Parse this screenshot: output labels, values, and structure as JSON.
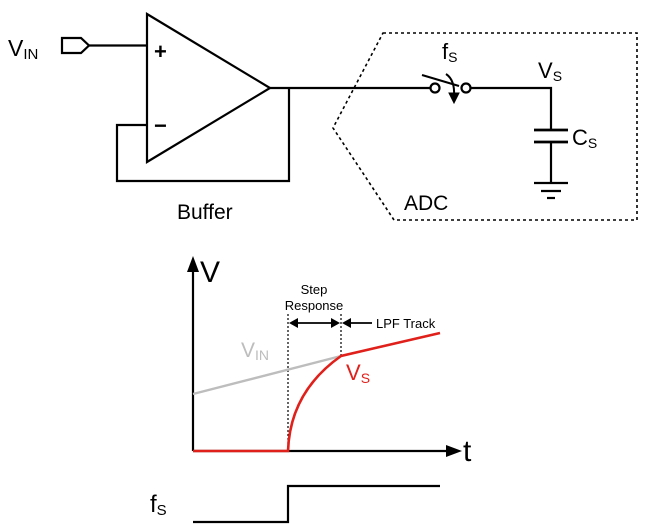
{
  "circuit": {
    "vin_main": "V",
    "vin_sub": "IN",
    "plus_sign": "+",
    "minus_sign": "−",
    "buffer_label": "Buffer",
    "adc_label": "ADC",
    "fs_main": "f",
    "fs_sub": "S",
    "vs_main": "V",
    "vs_sub": "S",
    "cs_main": "C",
    "cs_sub": "S"
  },
  "waveform": {
    "y_axis_label": "V",
    "x_axis_label": "t",
    "step_label_line1": "Step",
    "step_label_line2": "Response",
    "lpf_label": "LPF Track",
    "vin_main": "V",
    "vin_sub": "IN",
    "vs_main": "V",
    "vs_sub": "S",
    "clock_main": "f",
    "clock_sub": "S"
  },
  "colors": {
    "ink": "#000000",
    "vin_trace": "#bdbdbd",
    "vs_trace": "#e0201b"
  }
}
